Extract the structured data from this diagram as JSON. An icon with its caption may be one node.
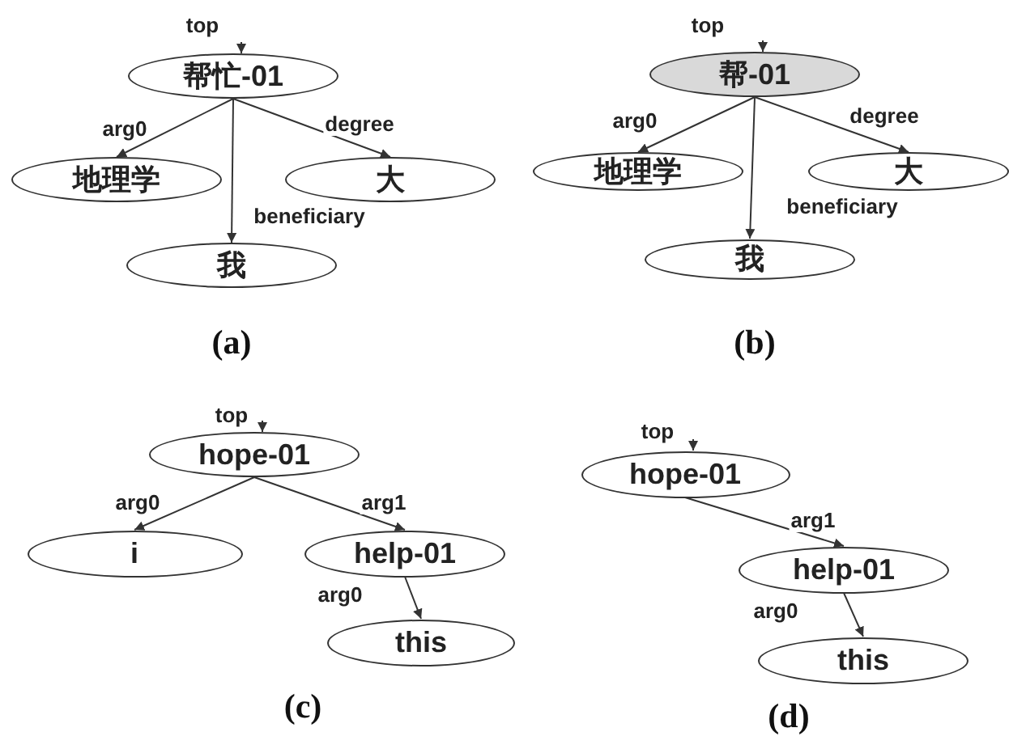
{
  "diagram": {
    "nodes": [
      {
        "text": [
          "帮忙-01"
        ]
      },
      {
        "text": [
          "地理学"
        ]
      },
      {
        "text": [
          "大"
        ]
      },
      {
        "text": [
          "我"
        ]
      },
      {
        "text": [
          "帮-01"
        ]
      },
      {
        "text": [
          "地理学"
        ]
      },
      {
        "text": [
          "大"
        ]
      },
      {
        "text": [
          "我"
        ]
      },
      {
        "text": [
          "hope-01"
        ]
      },
      {
        "text": [
          "i"
        ]
      },
      {
        "text": [
          "help-01"
        ]
      },
      {
        "text": [
          "this"
        ]
      },
      {
        "text": [
          "hope-01"
        ]
      },
      {
        "text": [
          "help-01"
        ]
      },
      {
        "text": [
          "this"
        ]
      }
    ],
    "edges": [
      {
        "from": null,
        "to": 0,
        "arrow": "to",
        "label": "top"
      },
      {
        "from": 0,
        "to": 1,
        "arrow": "to",
        "label": "arg0"
      },
      {
        "from": 0,
        "to": 2,
        "arrow": "to",
        "label": "degree"
      },
      {
        "from": 0,
        "to": 3,
        "arrow": "to",
        "label": "beneficiary"
      },
      {
        "from": null,
        "to": 4,
        "arrow": "to",
        "label": "top"
      },
      {
        "from": 4,
        "to": 5,
        "arrow": "to",
        "label": "arg0"
      },
      {
        "from": 4,
        "to": 6,
        "arrow": "to",
        "label": "degree"
      },
      {
        "from": 4,
        "to": 7,
        "arrow": "to",
        "label": "beneficiary"
      },
      {
        "from": null,
        "to": 8,
        "arrow": "to",
        "label": "top"
      },
      {
        "from": 8,
        "to": 9,
        "arrow": "to",
        "label": "arg0"
      },
      {
        "from": 8,
        "to": 10,
        "arrow": "to",
        "label": "arg1"
      },
      {
        "from": 10,
        "to": 11,
        "arrow": "to",
        "label": "arg0"
      },
      {
        "from": null,
        "to": 12,
        "arrow": "to",
        "label": "top"
      },
      {
        "from": 12,
        "to": 13,
        "arrow": "to",
        "label": "arg1"
      },
      {
        "from": 13,
        "to": 14,
        "arrow": "to",
        "label": "arg0"
      }
    ],
    "labels": [
      "(a)",
      "(b)",
      "(c)",
      "(d)"
    ]
  }
}
